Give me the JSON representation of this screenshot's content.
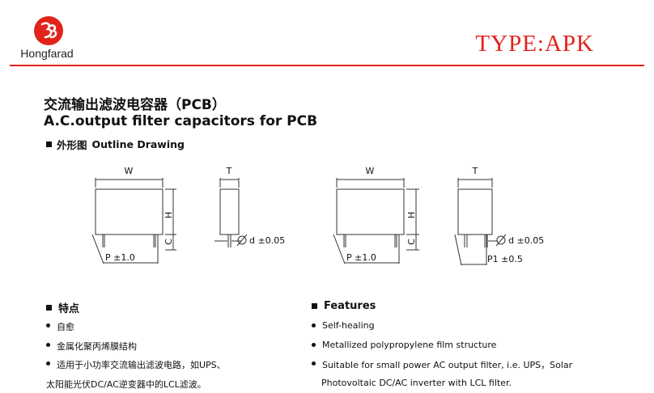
{
  "header": {
    "brand": "Hongfarad",
    "type_title": "TYPE:APK",
    "accent_color": "#e2231a"
  },
  "titles": {
    "cn": "交流输出滤波电容器（PCB）",
    "en": "A.C.output filter capacitors for PCB"
  },
  "outline": {
    "cn": "外形图",
    "en": "Outline Drawing"
  },
  "drawing_labels": {
    "w": "W",
    "t": "T",
    "h": "H",
    "c": "C",
    "p": "P ±1.0",
    "d": "d ±0.05",
    "p1": "P1 ±0.5"
  },
  "features_cn": {
    "heading": "特点",
    "items": [
      "自愈",
      "金属化聚丙烯膜结构",
      "适用于小功率交流输出滤波电路，如UPS、"
    ],
    "continuation": "太阳能光伏DC/AC逆变器中的LCL滤波。"
  },
  "features_en": {
    "heading": "Features",
    "items": [
      "Self-healing",
      "Metallized polypropylene film structure",
      "Suitable for small power AC output filter, i.e. UPS，Solar"
    ],
    "continuation": "Photovoltaic DC/AC inverter with LCL filter."
  }
}
